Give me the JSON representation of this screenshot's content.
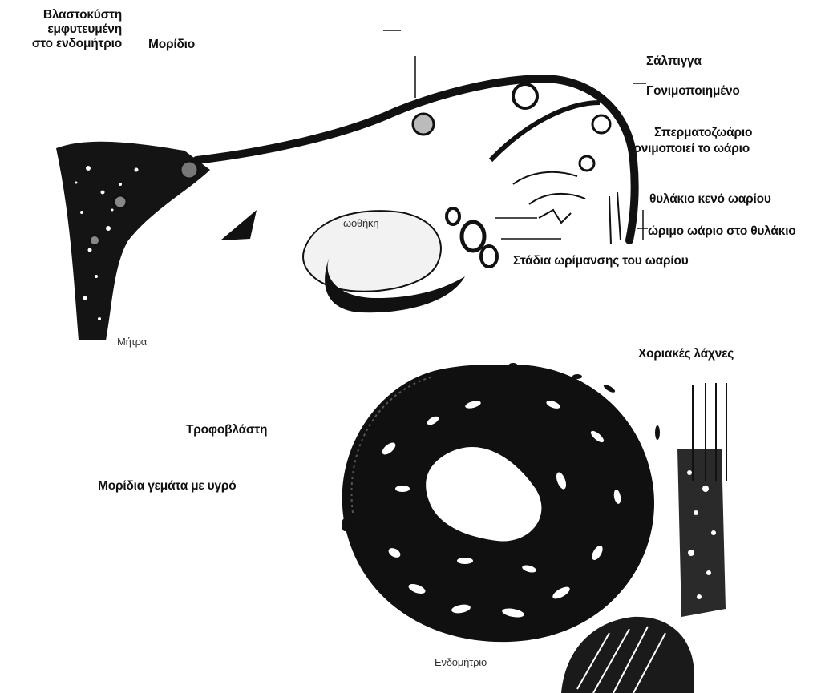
{
  "labels": {
    "blastocyst_line1": "Βλαστοκύστη",
    "blastocyst_line2": "εμφυτευμένη",
    "blastocyst_line3": "στο ενδομήτριο",
    "morula": "Μορίδιο",
    "tube": "Σάλπιγγα",
    "fertilized": "Γονιμοποιημένο",
    "sperm_line1": "Σπερματοζωάριο",
    "sperm_line2": "γονιμοποιεί το ωάριο",
    "empty_follicle": "θυλάκιο κενό ωαρίου",
    "mature_egg": "ώριμο ωάριο στο θυλάκιο",
    "maturation": "Στάδια ωρίμανσης του ωαρίου",
    "uterus": "Μήτρα",
    "ovary": "ωοθήκη",
    "chorionic_villi": "Χοριακές λάχνες",
    "trophoblast": "Τροφοβλάστη",
    "morula_fluid": "Μορίδια γεμάτα με υγρό",
    "endometrium": "Ενδομήτριο"
  }
}
